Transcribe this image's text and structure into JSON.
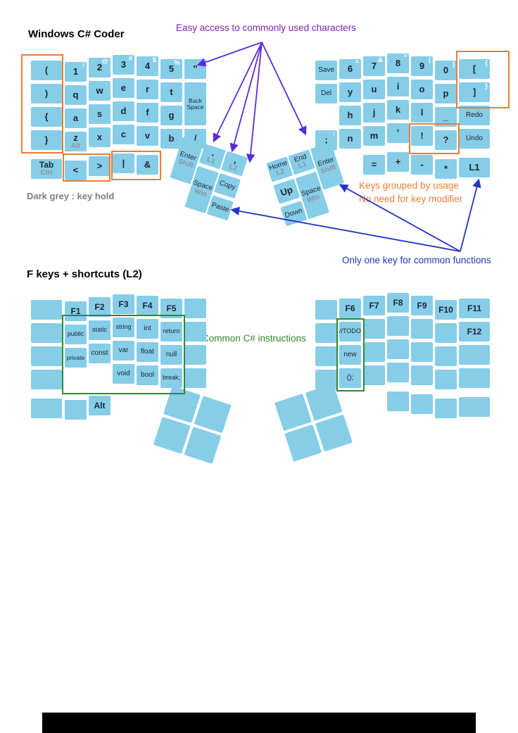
{
  "titles": {
    "top": "Windows C# Coder",
    "bottom": "F keys + shortcuts (L2)"
  },
  "annotations": {
    "easy_access": "Easy access to commonly used characters",
    "grouped_usage_line1": "Keys grouped by usage",
    "grouped_usage_line2": "No need for key modifier",
    "one_key": "Only one key for common functions",
    "csharp_instructions": "Common C# instructions",
    "dark_grey_legend": "Dark grey : key hold"
  },
  "colors": {
    "key_fill": "#86CDE8",
    "key_text": "#1d2633",
    "hold_grey": "#8d949c",
    "purple": "#7b21b8",
    "arrow_purple": "#5B2BD8",
    "blue": "#2433C8",
    "orange": "#ED7D31",
    "green": "#2E8B2E",
    "grey_legend": "#808080"
  },
  "top_layer": {
    "left_main": [
      {
        "c": 0,
        "r": 0,
        "t": "("
      },
      {
        "c": 0,
        "r": 1,
        "t": ")"
      },
      {
        "c": 0,
        "r": 2,
        "t": "{"
      },
      {
        "c": 0,
        "r": 3,
        "t": "}"
      },
      {
        "c": 0,
        "r": 4,
        "t": "Tab",
        "hold": "Ctrl",
        "b": 1
      },
      {
        "c": 1,
        "r": 0,
        "t": "1",
        "s": "!"
      },
      {
        "c": 1,
        "r": 1,
        "t": "q"
      },
      {
        "c": 1,
        "r": 2,
        "t": "a"
      },
      {
        "c": 1,
        "r": 3,
        "t": "z",
        "hold": "Alt"
      },
      {
        "c": 1,
        "r": 4,
        "t": "<"
      },
      {
        "c": 2,
        "r": 0,
        "t": "2",
        "s": "@"
      },
      {
        "c": 2,
        "r": 1,
        "t": "w"
      },
      {
        "c": 2,
        "r": 2,
        "t": "s"
      },
      {
        "c": 2,
        "r": 3,
        "t": "x"
      },
      {
        "c": 2,
        "r": 4,
        "t": ">"
      },
      {
        "c": 3,
        "r": 0,
        "t": "3",
        "s": "#"
      },
      {
        "c": 3,
        "r": 1,
        "t": "e"
      },
      {
        "c": 3,
        "r": 2,
        "t": "d"
      },
      {
        "c": 3,
        "r": 3,
        "t": "c"
      },
      {
        "c": 3,
        "r": 4,
        "t": "|"
      },
      {
        "c": 4,
        "r": 0,
        "t": "4",
        "s": "$"
      },
      {
        "c": 4,
        "r": 1,
        "t": "r"
      },
      {
        "c": 4,
        "r": 2,
        "t": "f"
      },
      {
        "c": 4,
        "r": 3,
        "t": "v"
      },
      {
        "c": 4,
        "r": 4,
        "t": "&"
      },
      {
        "c": 5,
        "r": 0,
        "t": "5",
        "s": "%"
      },
      {
        "c": 5,
        "r": 1,
        "t": "t"
      },
      {
        "c": 5,
        "r": 2,
        "t": "g"
      },
      {
        "c": 5,
        "r": 3,
        "t": "b"
      },
      {
        "c": 6,
        "r": 0,
        "t": "\""
      },
      {
        "c": 6,
        "r": 1,
        "t": "Back Space",
        "h2": 1
      },
      {
        "c": 6,
        "r": 3,
        "t": "/"
      }
    ],
    "right_main": [
      {
        "c": 0,
        "r": 0,
        "t": "Save"
      },
      {
        "c": 0,
        "r": 1,
        "t": "Del"
      },
      {
        "c": 0,
        "r": 3,
        "t": ";",
        "s": ":"
      },
      {
        "c": 1,
        "r": 0,
        "t": "6",
        "s": "^"
      },
      {
        "c": 1,
        "r": 1,
        "t": "y"
      },
      {
        "c": 1,
        "r": 2,
        "t": "h"
      },
      {
        "c": 1,
        "r": 3,
        "t": "n"
      },
      {
        "c": 2,
        "r": 0,
        "t": "7",
        "s": "&"
      },
      {
        "c": 2,
        "r": 1,
        "t": "u"
      },
      {
        "c": 2,
        "r": 2,
        "t": "j"
      },
      {
        "c": 2,
        "r": 3,
        "t": "m"
      },
      {
        "c": 2,
        "r": 4,
        "t": "="
      },
      {
        "c": 3,
        "r": 0,
        "t": "8",
        "s": "*"
      },
      {
        "c": 3,
        "r": 1,
        "t": "i"
      },
      {
        "c": 3,
        "r": 2,
        "t": "k"
      },
      {
        "c": 3,
        "r": 3,
        "t": "'"
      },
      {
        "c": 3,
        "r": 4,
        "t": "+"
      },
      {
        "c": 4,
        "r": 0,
        "t": "9",
        "s": "("
      },
      {
        "c": 4,
        "r": 1,
        "t": "o"
      },
      {
        "c": 4,
        "r": 2,
        "t": "l"
      },
      {
        "c": 4,
        "r": 3,
        "t": "!"
      },
      {
        "c": 4,
        "r": 4,
        "t": "-"
      },
      {
        "c": 5,
        "r": 0,
        "t": "0",
        "s": ")"
      },
      {
        "c": 5,
        "r": 1,
        "t": "p"
      },
      {
        "c": 5,
        "r": 2,
        "t": "_"
      },
      {
        "c": 5,
        "r": 3,
        "t": "?"
      },
      {
        "c": 5,
        "r": 4,
        "t": "*"
      },
      {
        "c": 6,
        "r": 0,
        "t": "[",
        "s": "{"
      },
      {
        "c": 6,
        "r": 1,
        "t": "]",
        "s": "}"
      },
      {
        "c": 6,
        "r": 2,
        "t": "Redo"
      },
      {
        "c": 6,
        "r": 3,
        "t": "Undo"
      },
      {
        "c": 6,
        "r": 4,
        "t": "L1"
      }
    ],
    "left_thumb": [
      {
        "c": 0,
        "r": 0,
        "t": "Enter",
        "h2": 1,
        "hold": "Shift"
      },
      {
        "c": 1,
        "r": 0,
        "t": ".",
        "hold": "L1"
      },
      {
        "c": 2,
        "r": 0,
        "t": ",",
        "hold": "L2"
      },
      {
        "c": 1,
        "r": 1,
        "t": "Space",
        "h2": 1,
        "hold": "Win"
      },
      {
        "c": 2,
        "r": 1,
        "t": "Copy"
      },
      {
        "c": 2,
        "r": 2,
        "t": "Paste"
      }
    ],
    "right_thumb": [
      {
        "c": 0,
        "r": 0,
        "t": "Home",
        "hold": "L2"
      },
      {
        "c": 1,
        "r": 0,
        "t": "End",
        "hold": "L1"
      },
      {
        "c": 2,
        "r": 0,
        "t": "Enter",
        "h2": 1,
        "hold": "Shift"
      },
      {
        "c": 0,
        "r": 1,
        "t": "Up"
      },
      {
        "c": 1,
        "r": 1,
        "t": "Space",
        "h2": 1,
        "hold": "Win"
      },
      {
        "c": 0,
        "r": 2,
        "t": "Down"
      }
    ]
  },
  "bottom_layer": {
    "left_main": [
      {
        "c": 0,
        "r": 0
      },
      {
        "c": 0,
        "r": 1
      },
      {
        "c": 0,
        "r": 2
      },
      {
        "c": 0,
        "r": 3
      },
      {
        "c": 0,
        "r": 4
      },
      {
        "c": 1,
        "r": 0,
        "t": "F1"
      },
      {
        "c": 1,
        "r": 1,
        "t": "public"
      },
      {
        "c": 1,
        "r": 2,
        "t": "private"
      },
      {
        "c": 1,
        "r": 4
      },
      {
        "c": 2,
        "r": 0,
        "t": "F2"
      },
      {
        "c": 2,
        "r": 1,
        "t": "static"
      },
      {
        "c": 2,
        "r": 2,
        "t": "const"
      },
      {
        "c": 2,
        "r": 4,
        "t": "Alt",
        "b": 1
      },
      {
        "c": 3,
        "r": 0,
        "t": "F3"
      },
      {
        "c": 3,
        "r": 1,
        "t": "string"
      },
      {
        "c": 3,
        "r": 2,
        "t": "var"
      },
      {
        "c": 3,
        "r": 3,
        "t": "void"
      },
      {
        "c": 4,
        "r": 0,
        "t": "F4"
      },
      {
        "c": 4,
        "r": 1,
        "t": "int"
      },
      {
        "c": 4,
        "r": 2,
        "t": "float"
      },
      {
        "c": 4,
        "r": 3,
        "t": "bool"
      },
      {
        "c": 5,
        "r": 0,
        "t": "F5"
      },
      {
        "c": 5,
        "r": 1,
        "t": "return"
      },
      {
        "c": 5,
        "r": 2,
        "t": "null"
      },
      {
        "c": 5,
        "r": 3,
        "t": "break;"
      },
      {
        "c": 6,
        "r": 0
      },
      {
        "c": 6,
        "r": 1
      },
      {
        "c": 6,
        "r": 2
      },
      {
        "c": 6,
        "r": 3
      }
    ],
    "right_main": [
      {
        "c": 0,
        "r": 0
      },
      {
        "c": 0,
        "r": 1
      },
      {
        "c": 0,
        "r": 2
      },
      {
        "c": 0,
        "r": 3
      },
      {
        "c": 1,
        "r": 0,
        "t": "F6"
      },
      {
        "c": 1,
        "r": 1,
        "t": "//TODO"
      },
      {
        "c": 1,
        "r": 2,
        "t": "new"
      },
      {
        "c": 1,
        "r": 3,
        "t": "();"
      },
      {
        "c": 2,
        "r": 0,
        "t": "F7"
      },
      {
        "c": 2,
        "r": 1
      },
      {
        "c": 2,
        "r": 2
      },
      {
        "c": 2,
        "r": 3
      },
      {
        "c": 3,
        "r": 0,
        "t": "F8"
      },
      {
        "c": 3,
        "r": 1
      },
      {
        "c": 3,
        "r": 2
      },
      {
        "c": 3,
        "r": 3
      },
      {
        "c": 3,
        "r": 4
      },
      {
        "c": 4,
        "r": 0,
        "t": "F9"
      },
      {
        "c": 4,
        "r": 1
      },
      {
        "c": 4,
        "r": 2
      },
      {
        "c": 4,
        "r": 3
      },
      {
        "c": 4,
        "r": 4
      },
      {
        "c": 5,
        "r": 0,
        "t": "F10"
      },
      {
        "c": 5,
        "r": 1
      },
      {
        "c": 5,
        "r": 2
      },
      {
        "c": 5,
        "r": 3
      },
      {
        "c": 5,
        "r": 4
      },
      {
        "c": 6,
        "r": 0,
        "t": "F11"
      },
      {
        "c": 6,
        "r": 1,
        "t": "F12"
      },
      {
        "c": 6,
        "r": 2
      },
      {
        "c": 6,
        "r": 3
      },
      {
        "c": 6,
        "r": 4
      }
    ],
    "left_thumb": [
      {
        "c": 0,
        "r": 0
      },
      {
        "c": 1,
        "r": 0
      },
      {
        "c": 0,
        "r": 1
      },
      {
        "c": 1,
        "r": 1
      }
    ],
    "right_thumb": [
      {
        "c": 0,
        "r": 0
      },
      {
        "c": 1,
        "r": 0
      },
      {
        "c": 0,
        "r": 1
      },
      {
        "c": 1,
        "r": 1
      }
    ]
  }
}
